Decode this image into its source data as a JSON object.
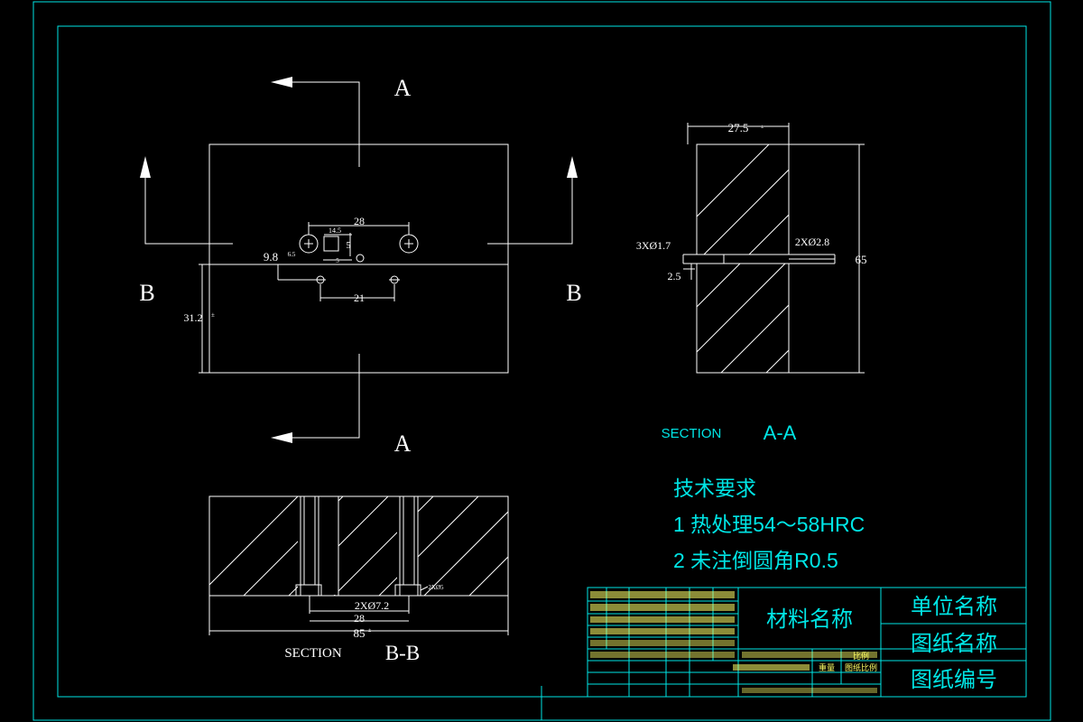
{
  "colors": {
    "background": "#000000",
    "geometry": "#ffffff",
    "frame": "#00e5e5",
    "small_text": "#ffff66"
  },
  "plan_view": {
    "section_letters": {
      "a_top": "A",
      "a_bottom": "A",
      "b_left": "B",
      "b_right": "B"
    },
    "dims": {
      "d28": "28",
      "d14_5": "14.5",
      "d9_8": "9.8",
      "d6_5": "6.5",
      "d5a": "5",
      "d5b": "5",
      "d21": "21",
      "d31_2": "31.2",
      "tol": "±"
    }
  },
  "section_aa": {
    "label": "SECTION",
    "letters": "A-A",
    "dims": {
      "d27_5": "27.5",
      "d3x1_7": "3XØ1.7",
      "d2x2_8": "2XØ2.8",
      "d2_5": "2.5",
      "d65": "65"
    }
  },
  "section_bb": {
    "label": "SECTION",
    "letters": "B-B",
    "dims": {
      "d2x7_2": "2XØ7.2",
      "d28": "28",
      "d85": "85",
      "d2x5": "2XØ5"
    }
  },
  "tech_req": {
    "title": "技术要求",
    "line1": "1 热处理54～58HRC",
    "line2": "2 未注倒圆角R0.5"
  },
  "title_block": {
    "material": "材料名称",
    "unit_name": "单位名称",
    "drawing_name": "图纸名称",
    "drawing_no": "图纸编号",
    "scale": "比例",
    "weight": "重量",
    "scale_value": "图纸比例"
  }
}
